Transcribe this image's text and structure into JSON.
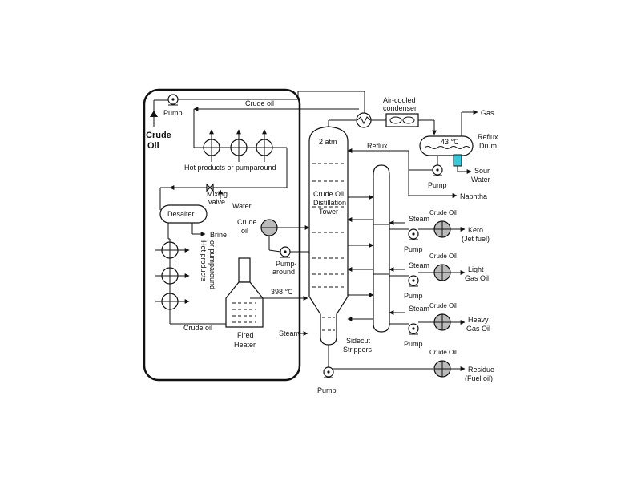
{
  "labels": {
    "pump_top": "Pump",
    "crude_oil_top": "Crude oil",
    "crude_oil_feed_1": "Crude",
    "crude_oil_feed_2": "Oil",
    "hot_products_top": "Hot products or pumparound",
    "mixing_valve_1": "Mixing",
    "mixing_valve_2": "valve",
    "water": "Water",
    "desalter": "Desalter",
    "brine": "Brine",
    "hot_products_vertical": "Hot products",
    "pumparound_vertical": "or pumparound",
    "fired_heater_1": "Fired",
    "fired_heater_2": "Heater",
    "crude_oil_bottom": "Crude oil",
    "temp_398": "398 °C",
    "steam_tower": "Steam",
    "pressure_2atm": "2 atm",
    "tower_1": "Crude Oil",
    "tower_2": "Distillation",
    "tower_3": "Tower",
    "crude_oil_pa_1": "Crude",
    "crude_oil_pa_2": "oil",
    "pumparound_1": "Pump-",
    "pumparound_2": "around",
    "air_cooled_1": "Air-cooled",
    "air_cooled_2": "condenser",
    "gas": "Gas",
    "temp_43": "43 °C",
    "reflux_drum_1": "Reflux",
    "reflux_drum_2": "Drum",
    "reflux": "Reflux",
    "sour_water_1": "Sour",
    "sour_water_2": "Water",
    "pump_reflux": "Pump",
    "naphtha": "Naphtha",
    "steam_1": "Steam",
    "steam_2": "Steam",
    "steam_3": "Steam",
    "pump_kero": "Pump",
    "pump_light": "Pump",
    "pump_heavy": "Pump",
    "pump_bottom": "Pump",
    "crude_oil_hx1": "Crude Oil",
    "crude_oil_hx2": "Crude Oil",
    "crude_oil_hx3": "Crude Oil",
    "crude_oil_hx4": "Crude Oil",
    "kero_1": "Kero",
    "kero_2": "(Jet fuel)",
    "light_gas_oil_1": "Light",
    "light_gas_oil_2": "Gas Oil",
    "heavy_gas_oil_1": "Heavy",
    "heavy_gas_oil_2": "Gas Oil",
    "residue_1": "Residue",
    "residue_2": "(Fuel oil)",
    "sidecut_1": "Sidecut",
    "sidecut_2": "Strippers"
  },
  "colors": {
    "line": "#111111",
    "sour_water": "#33ccdd",
    "highlight_box": "#111111"
  }
}
